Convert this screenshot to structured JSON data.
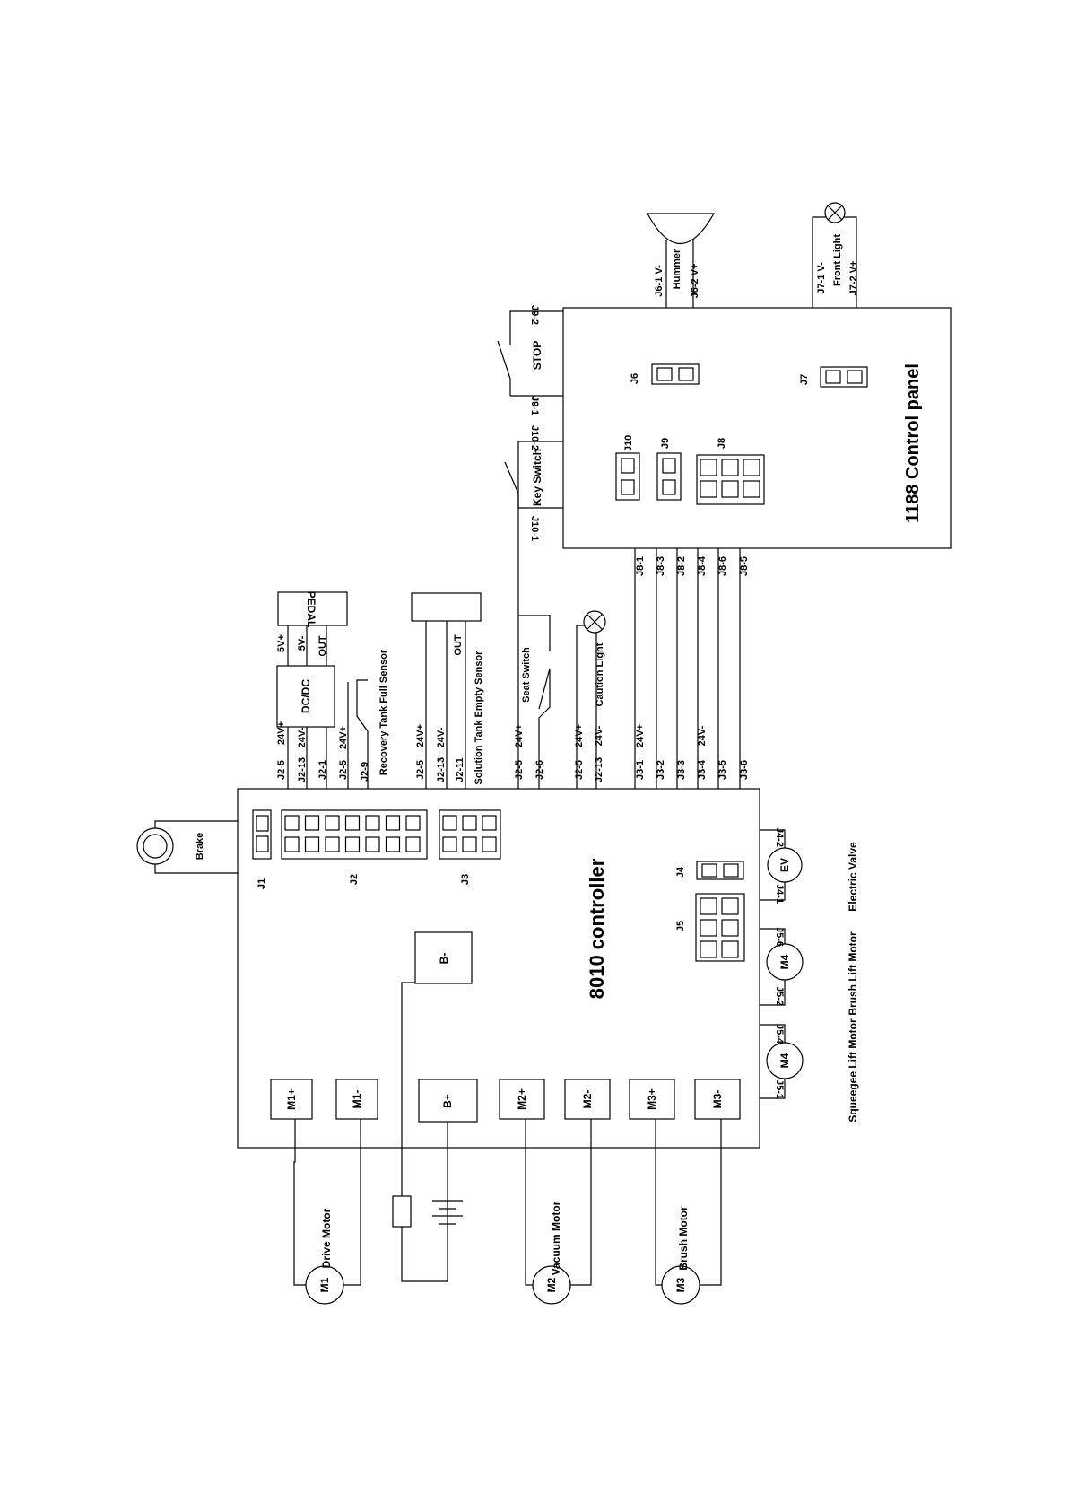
{
  "controller": {
    "name": "8010 controller",
    "terminals": {
      "m1p": "M1+",
      "m1n": "M1-",
      "bp": "B+",
      "bn": "B-",
      "m2p": "M2+",
      "m2n": "M2-",
      "m3p": "M3+",
      "m3n": "M3-"
    },
    "connectors": {
      "j1": "J1",
      "j2": "J2",
      "j3": "J3",
      "j4": "J4",
      "j5": "J5"
    }
  },
  "panel": {
    "name": "1188 Control panel",
    "connectors": {
      "j6": "J6",
      "j7": "J7",
      "j8": "J8",
      "j9": "J9",
      "j10": "J10"
    }
  },
  "components": {
    "brake": "Brake",
    "dcdc": "DC/DC",
    "pedal": "PEDAL",
    "recovery_sensor": "Recovery Tank Full Sensor",
    "solution_sensor": "Solution Tank Empty Sensor",
    "seat_switch": "Seat Switch",
    "caution_light": "Caution Light",
    "key_switch": "Key Switch",
    "stop": "STOP",
    "hummer": "Hummer",
    "front_light": "Front Light",
    "electric_valve": "Electric Valve",
    "ev": "EV",
    "brush_lift_motor": "Brush Lift Motor",
    "squeegee_lift_motor": "Squeegee Lift Motor",
    "m4a": "M4",
    "m4b": "M4",
    "drive_motor": "Drive Motor",
    "vacuum_motor": "Vacuum Motor",
    "brush_motor": "Brush Motor",
    "m1": "M1",
    "m2": "M2",
    "m3": "M3"
  },
  "wire_labels": {
    "a1": "J2-5",
    "a2": "24V+",
    "b1": "J2-13",
    "b2": "24V-",
    "c1": "J2-1",
    "c2": "5V+",
    "d1": "J2-5",
    "d2": "24V+",
    "d3": "5V-",
    "e1": "J2-9",
    "e2": "OUT",
    "f1": "J2-5",
    "f2": "24V+",
    "g1": "J2-13",
    "g2": "24V-",
    "h1": "J2-11",
    "h2": "OUT",
    "i1": "J2-5",
    "i2": "24V+",
    "k1": "J2-6",
    "l1": "J2-5",
    "l2": "24V+",
    "n1": "J2-13",
    "n2": "24V-",
    "o1": "J3-1",
    "o2": "24V+",
    "o3": "J8-1",
    "p1": "J3-2",
    "p3": "J8-3",
    "q1": "J3-3",
    "q3": "J8-2",
    "r1": "J3-4",
    "r2": "24V-",
    "r3": "J8-4",
    "s1": "J3-5",
    "s3": "J8-6",
    "t1": "J3-6",
    "t3": "J8-5",
    "j10_1": "J10-1",
    "j10_2": "J10-2",
    "j9_1": "J9-1",
    "j9_2": "J9-2",
    "j6_1": "J6-1 V-",
    "j6_2": "J6-2 V+",
    "j7_1": "J7-1 V-",
    "j7_2": "J7-2 V+",
    "j4_1": "J4-1",
    "j4_2": "J4-2",
    "j5_6": "J5-6",
    "j5_2": "J5-2",
    "j5_4": "J5-4",
    "j5_1": "J5-1"
  }
}
